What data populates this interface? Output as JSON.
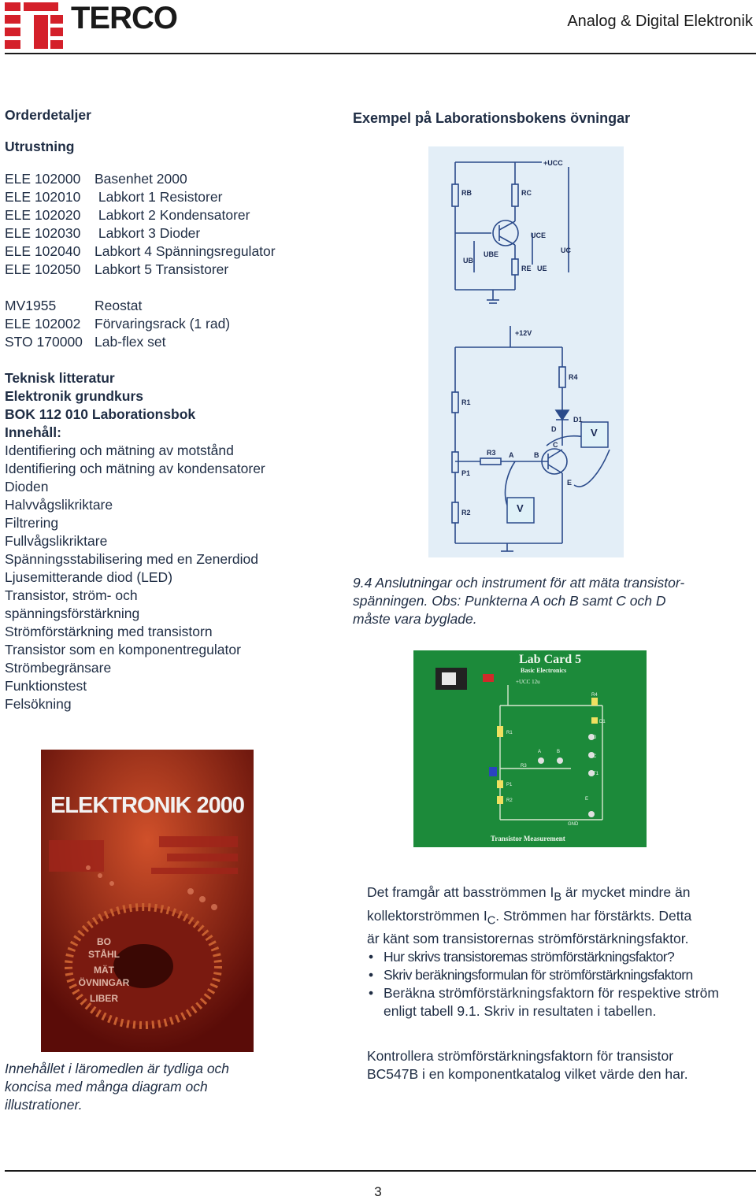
{
  "header": {
    "logo_text": "TERCO",
    "subtitle": "Analog & Digital Elektronik"
  },
  "left": {
    "order_title": "Orderdetaljer",
    "equipment_title": "Utrustning",
    "equipment": [
      {
        "code": "ELE 102000",
        "name": "Basenhet 2000"
      },
      {
        "code": "ELE 102010",
        "name": " Labkort 1 Resistorer"
      },
      {
        "code": "ELE 102020",
        "name": " Labkort 2 Kondensatorer"
      },
      {
        "code": "ELE 102030",
        "name": " Labkort 3 Dioder"
      },
      {
        "code": "ELE 102040",
        "name": "Labkort 4 Spänningsregulator"
      },
      {
        "code": "ELE 102050",
        "name": "Labkort 5 Transistorer"
      }
    ],
    "accessories": [
      {
        "code": "MV1955",
        "name": "Reostat"
      },
      {
        "code": "ELE 102002",
        "name": "Förvaringsrack (1 rad)"
      },
      {
        "code": "STO 170000",
        "name": "Lab-flex set"
      }
    ],
    "literature_heading": [
      "Teknisk litteratur",
      "Elektronik grundkurs",
      "BOK 112 010 Laborationsbok",
      "Innehåll:"
    ],
    "contents": [
      "Identifiering och mätning av motstånd",
      "Identifiering och mätning av kondensatorer",
      "Dioden",
      "Halvvågslikriktare",
      "Filtrering",
      "Fullvågslikriktare",
      "Spänningsstabilisering med en Zenerdiod",
      "Ljusemitterande diod (LED)",
      "Transistor, ström- och",
      "spänningsförstärkning",
      "Strömförstärkning med transistorn",
      "Transistor som en komponentregulator",
      "Strömbegränsare",
      "Funktionstest",
      "Felsökning"
    ],
    "book": {
      "title": "ELEKTRONIK 2000",
      "stamp": [
        "BO",
        "STÅHL",
        "MÄT",
        "ÖVNINGAR",
        "LIBER"
      ]
    },
    "caption": [
      "Innehållet i läromedlen är tydliga och",
      "koncisa med många diagram och",
      "illustrationer."
    ]
  },
  "right": {
    "example_title": "Exempel på Laborationsbokens övningar",
    "circuit1": {
      "labels": {
        "ucc": "+UCC",
        "rb": "RB",
        "rc": "RC",
        "ube": "UBE",
        "uce": "UCE",
        "ub": "UB",
        "re": "RE",
        "ue": "UE",
        "uc": "UC"
      }
    },
    "circuit2": {
      "labels": {
        "v12": "+12V",
        "r1": "R1",
        "r4": "R4",
        "d": "D",
        "d1": "D1",
        "r3": "R3",
        "a": "A",
        "b": "B",
        "c": "C",
        "e": "E",
        "p1": "P1",
        "r2": "R2",
        "meter": "V"
      }
    },
    "figure_caption": [
      "9.4 Anslutningar och instrument för att mäta transistor-",
      "spänningen. Obs: Punkterna A och B samt C och D",
      "måste vara byglade."
    ],
    "labcard": {
      "title": "Lab Card 5",
      "subtitle": "Basic Electronics",
      "supply": "+UCC 12u",
      "footer": "Transistor Measurement",
      "labels": {
        "r4": "R4",
        "d1": "D1",
        "r1": "R1",
        "d": "D",
        "r3": "R3",
        "a": "A",
        "b": "B",
        "c": "C",
        "t1": "T1",
        "p1": "P1",
        "r2": "R2",
        "e": "E",
        "gnd": "GND"
      }
    },
    "body": {
      "line1a": "Det framgår att basströmmen I",
      "sub_b": "B",
      "line1b": " är mycket mindre än",
      "line2a": "kollektorströmmen I",
      "sub_c": "C",
      "line2b": ". Strömmen har förstärkts. Detta",
      "line3": "är känt som transistorernas strömförstärkningsfaktor.",
      "bullets": [
        "Hur skrivs transistoremas strömförstärkningsfaktor?",
        "Skriv beräkningsformulan för strömförstärkningsfaktorn",
        "Beräkna strömförstärkningsfaktorn för respektive ström enligt tabell 9.1. Skriv in resultaten i tabellen."
      ]
    },
    "para2": [
      "Kontrollera strömförstärkningsfaktorn för transistor",
      "BC547B i en komponentkatalog vilket värde den har."
    ]
  },
  "footer": {
    "page_number": "3"
  }
}
